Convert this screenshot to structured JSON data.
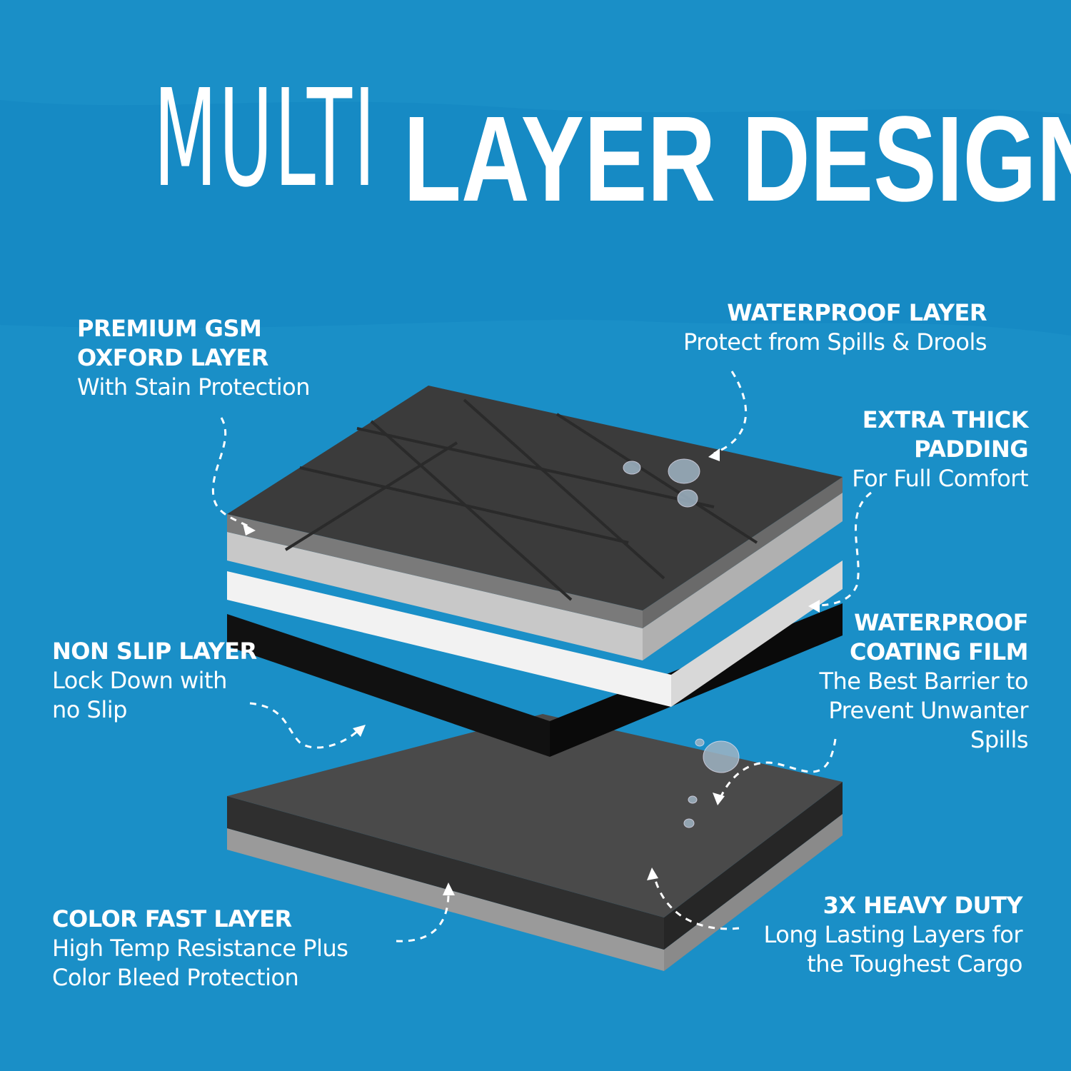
{
  "title": {
    "thin": "MULTI",
    "bold": "LAYER DESIGN"
  },
  "colors": {
    "background": "#1a8fc7",
    "band": "#168ac4",
    "text": "#ffffff"
  },
  "labels": {
    "premium": {
      "heading1": "PREMIUM GSM",
      "heading2": "OXFORD LAYER",
      "sub1": "With Stain Protection"
    },
    "waterproof_layer": {
      "heading1": "WATERPROOF LAYER",
      "sub1": "Protect from Spills & Drools"
    },
    "padding": {
      "heading1": "EXTRA THICK",
      "heading2": "PADDING",
      "sub1": "For Full Comfort"
    },
    "non_slip": {
      "heading1": "NON SLIP LAYER",
      "sub1": "Lock Down with",
      "sub2": "no Slip"
    },
    "coating": {
      "heading1": "WATERPROOF",
      "heading2": "COATING FILM",
      "sub1": "The Best Barrier to",
      "sub2": "Prevent Unwanter",
      "sub3": "Spills"
    },
    "color_fast": {
      "heading1": "COLOR FAST LAYER",
      "sub1": "High Temp Resistance Plus",
      "sub2": "Color Bleed Protection"
    },
    "heavy_duty": {
      "heading1": "3X HEAVY DUTY",
      "sub1": "Long Lasting Layers for",
      "sub2": "the Toughest Cargo"
    }
  }
}
